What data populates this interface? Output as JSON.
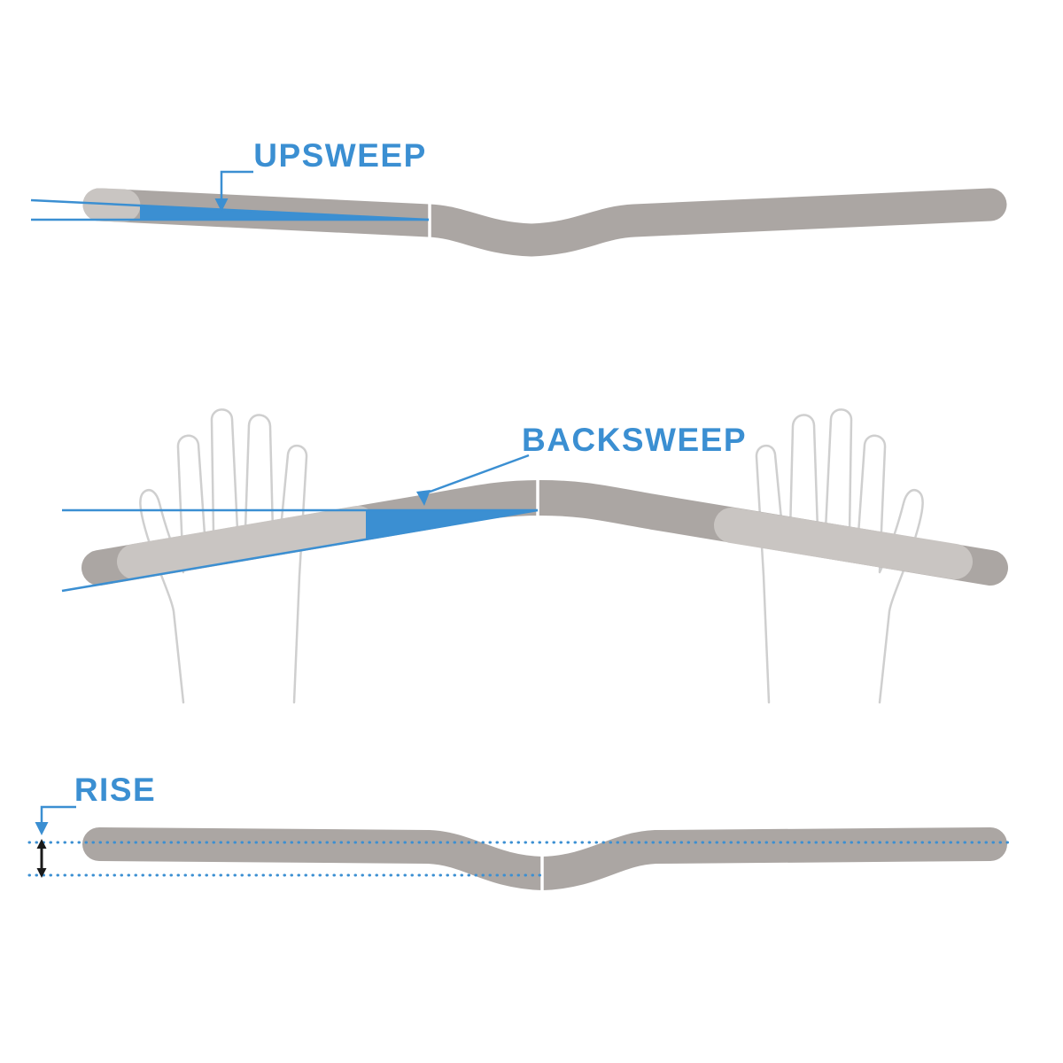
{
  "colors": {
    "background": "#ffffff",
    "accent": "#3b8fd2",
    "bar": "#aba6a3",
    "grip": "#c9c5c2",
    "handOutline": "#cfcfcf",
    "black": "#1a1a1a"
  },
  "diagrams": {
    "upsweep": {
      "label": "UPSWEEP"
    },
    "backsweep": {
      "label": "BACKSWEEP"
    },
    "rise": {
      "label": "RISE"
    }
  }
}
